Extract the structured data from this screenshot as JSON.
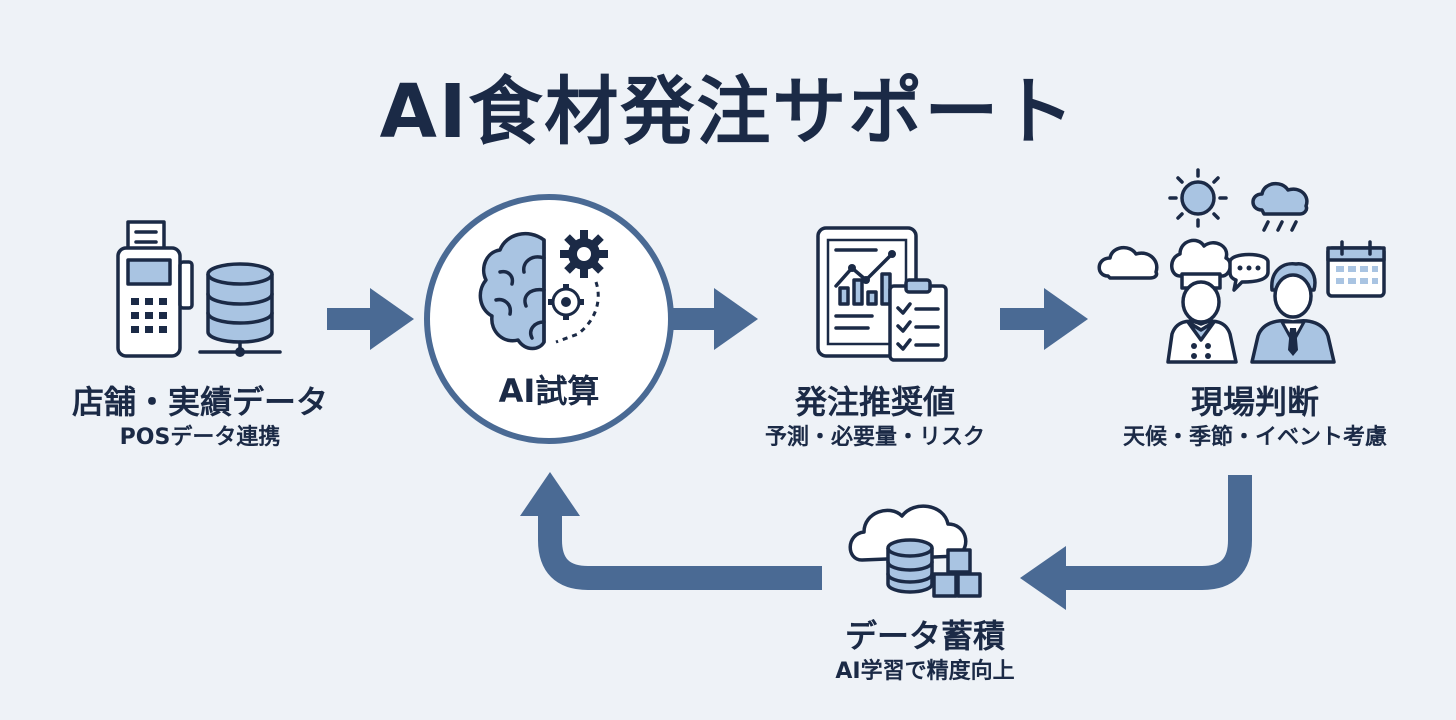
{
  "title": "AI食材発注サポート",
  "nodes": {
    "store": {
      "main": "店舗・実績データ",
      "sub": "POSデータ連携"
    },
    "ai": {
      "main": "AI試算"
    },
    "order": {
      "main": "発注推奨値",
      "sub": "予測・必要量・リスク"
    },
    "field": {
      "main": "現場判断",
      "sub": "天候・季節・イベント考慮"
    },
    "data": {
      "main": "データ蓄積",
      "sub": "AI学習で精度向上"
    }
  },
  "colors": {
    "dark": "#1b2a46",
    "accent": "#4a6a94",
    "light_fill": "#a9c4e2",
    "background": "#eef2f7"
  },
  "icons": [
    "pos-terminal-icon",
    "database-icon",
    "brain-gear-icon",
    "tablet-chart-icon",
    "checklist-icon",
    "sun-icon",
    "cloud-icon",
    "rain-cloud-icon",
    "calendar-icon",
    "chef-icon",
    "businessman-icon",
    "cloud-database-icon"
  ]
}
